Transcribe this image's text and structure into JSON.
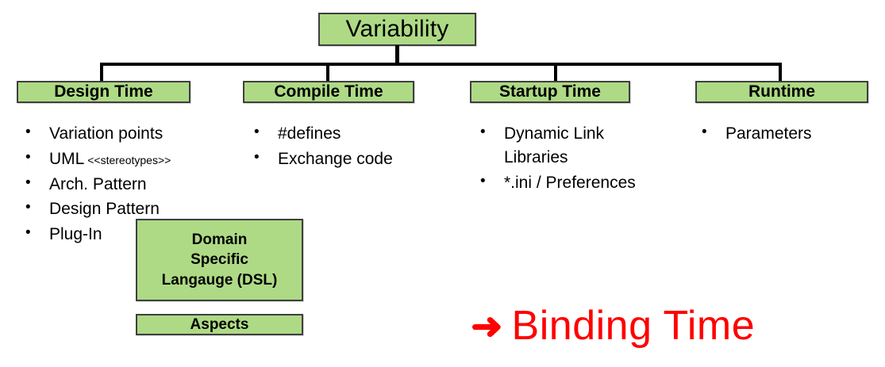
{
  "diagram": {
    "type": "tree",
    "root": {
      "label": "Variability"
    },
    "branches": [
      {
        "label": "Design Time",
        "items": [
          {
            "text": "Variation points"
          },
          {
            "text": "UML",
            "tag": "<<stereotypes>>"
          },
          {
            "text": "Arch. Pattern"
          },
          {
            "text": "Design Pattern"
          },
          {
            "text": "Plug-In"
          }
        ]
      },
      {
        "label": "Compile Time",
        "items": [
          {
            "text": "#defines"
          },
          {
            "text": "Exchange code"
          }
        ]
      },
      {
        "label": "Startup Time",
        "items": [
          {
            "text": "Dynamic Link\nLibraries"
          },
          {
            "text": "*.ini / Preferences"
          }
        ]
      },
      {
        "label": "Runtime",
        "items": [
          {
            "text": "Parameters"
          }
        ]
      }
    ],
    "extra_boxes": [
      {
        "line1": "Domain",
        "line2": "Specific",
        "line3": "Langauge (DSL)"
      },
      {
        "line1": "Aspects"
      }
    ],
    "callout": {
      "arrow_icon": "right-arrow-icon",
      "arrow_glyph": "➜",
      "label": "Binding Time"
    },
    "bullet_glyph": "•",
    "colors": {
      "box_fill": "#aeda85",
      "box_border": "#3f3f3f",
      "connector": "#000000",
      "callout_red": "#fe0000",
      "text": "#000000",
      "background": "#ffffff"
    }
  }
}
